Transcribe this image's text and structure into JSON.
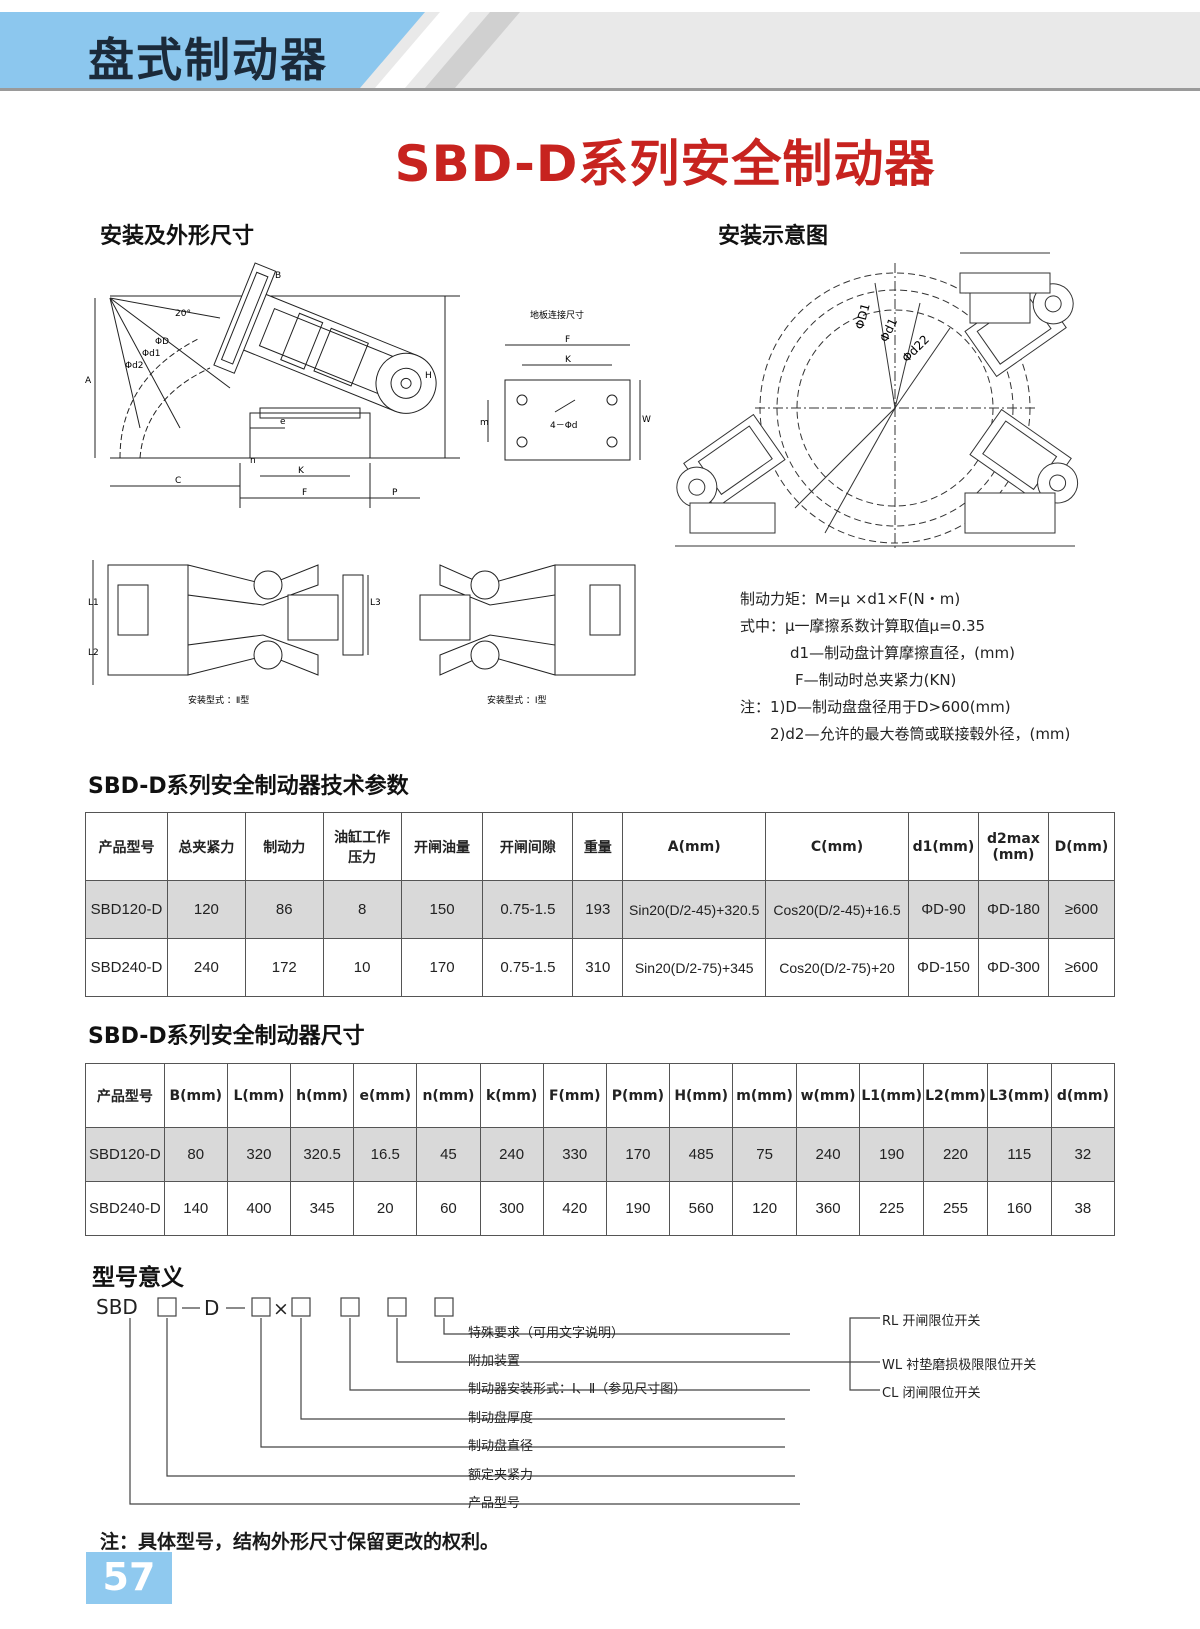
{
  "header": {
    "section_title": "盘式制动器",
    "main_title": "SBD-D系列安全制动器"
  },
  "drawings": {
    "install_dims_title": "安装及外形尺寸",
    "install_diagram_title": "安装示意图",
    "floor_plate_title": "地板连接尺寸",
    "floor_hole_label": "4－Φd",
    "install_type_2": "安装型式 ：Ⅱ型",
    "install_type_1": "安装型式 ：Ⅰ型",
    "dim_labels": {
      "B": "B",
      "A": "A",
      "H": "H",
      "C": "C",
      "K": "K",
      "F": "F",
      "P": "P",
      "e": "e",
      "n": "n",
      "W": "W",
      "m": "m",
      "L1": "L1",
      "L2": "L2",
      "L3": "L3",
      "angle": "20°",
      "d2": "Φd2",
      "d1": "Φd1",
      "D": "ΦD"
    },
    "circle_labels": {
      "D1": "ΦD1",
      "d1": "Φd1",
      "d22": "Φd22"
    }
  },
  "formula": {
    "lines": [
      "制动力矩：M=μ ×d1×F(N・m)",
      "式中：μ一摩擦系数计算取值μ=0.35",
      "d1—制动盘计算摩擦直径，(mm)",
      "F—制动时总夹紧力(KN)",
      "注：1)D—制动盘盘径用于D>600(mm)",
      "2)d2—允许的最大卷筒或联接毂外径，(mm)"
    ]
  },
  "tech_table": {
    "title": "SBD-D系列安全制动器技术参数",
    "headers": [
      "产品型号",
      "总夹紧力",
      "制动力",
      "油缸工作压力",
      "开闸油量",
      "开闸间隙",
      "重量",
      "A(mm)",
      "C(mm)",
      "d1(mm)",
      "d2max (mm)",
      "D(mm)"
    ],
    "rows": [
      [
        "SBD120-D",
        "120",
        "86",
        "8",
        "150",
        "0.75-1.5",
        "193",
        "Sin20(D/2-45)+320.5",
        "Cos20(D/2-45)+16.5",
        "ΦD-90",
        "ΦD-180",
        "≥600"
      ],
      [
        "SBD240-D",
        "240",
        "172",
        "10",
        "170",
        "0.75-1.5",
        "310",
        "Sin20(D/2-75)+345",
        "Cos20(D/2-75)+20",
        "ΦD-150",
        "ΦD-300",
        "≥600"
      ]
    ]
  },
  "size_table": {
    "title": "SBD-D系列安全制动器尺寸",
    "headers": [
      "产品型号",
      "B(mm)",
      "L(mm)",
      "h(mm)",
      "e(mm)",
      "n(mm)",
      "k(mm)",
      "F(mm)",
      "P(mm)",
      "H(mm)",
      "m(mm)",
      "w(mm)",
      "L1(mm)",
      "L2(mm)",
      "L3(mm)",
      "d(mm)"
    ],
    "rows": [
      [
        "SBD120-D",
        "80",
        "320",
        "320.5",
        "16.5",
        "45",
        "240",
        "330",
        "170",
        "485",
        "75",
        "240",
        "190",
        "220",
        "115",
        "32"
      ],
      [
        "SBD240-D",
        "140",
        "400",
        "345",
        "20",
        "60",
        "300",
        "420",
        "190",
        "560",
        "120",
        "360",
        "225",
        "255",
        "160",
        "38"
      ]
    ]
  },
  "model": {
    "title": "型号意义",
    "code_prefix": "SBD",
    "code_d": "D",
    "code_x": "×",
    "items": [
      "特殊要求（可用文字说明）",
      "附加装置",
      "制动器安装形式：Ⅰ、Ⅱ（参见尺寸图）",
      "制动盘厚度",
      "制动盘直径",
      "额定夹紧力",
      "产品型号"
    ],
    "options": [
      "RL 开闸限位开关",
      "WL 衬垫磨损极限限位开关",
      "CL 闭闸限位开关"
    ]
  },
  "footer": {
    "note": "注：具体型号，结构外形尺寸保留更改的权利。",
    "page_number": "57"
  }
}
